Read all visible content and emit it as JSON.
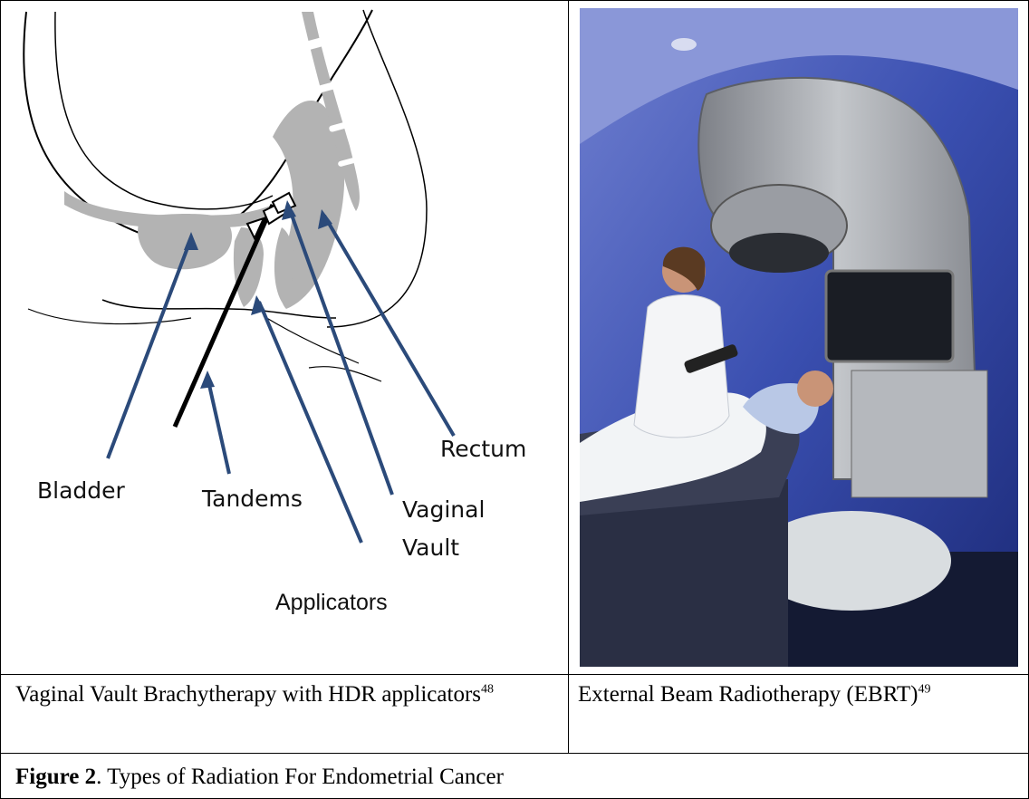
{
  "diagram": {
    "labels": {
      "bladder": "Bladder",
      "tandems": "Tandems",
      "applicators": "Applicators",
      "vaginal_vault_line1": "Vaginal",
      "vaginal_vault_line2": "Vault",
      "rectum": "Rectum"
    },
    "colors": {
      "organ_fill": "#b3b3b3",
      "arrow": "#2b4a7a",
      "outline": "#000000"
    }
  },
  "photo": {
    "description_icon": "radiotherapy-machine-photo",
    "colors": {
      "wall": "#3a4fb0",
      "machine": "#a9acb0",
      "floor": "#1a1f3a"
    }
  },
  "captions": {
    "left_text": "Vaginal Vault Brachytherapy with HDR applicators",
    "left_ref": "48",
    "right_text": "External Beam Radiotherapy (EBRT)",
    "right_ref": "49",
    "figure_label": "Figure 2",
    "figure_title": ". Types of Radiation For Endometrial Cancer"
  }
}
